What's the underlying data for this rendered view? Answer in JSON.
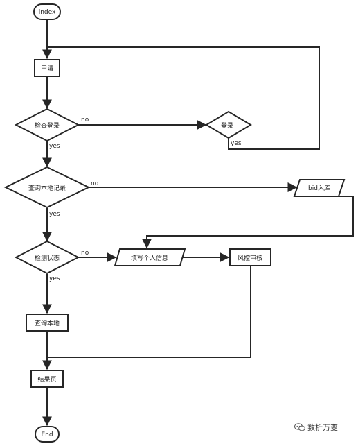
{
  "nodes": {
    "index": "index",
    "apply": "申请",
    "check_login": "检查登录",
    "login": "登录",
    "query_local_record": "查询本地记录",
    "bid_store": "bid入库",
    "check_status": "检测状态",
    "fill_info": "填写个人信息",
    "risk_review": "风控审核",
    "query_local": "查询本地",
    "result_page": "结果页",
    "end": "End"
  },
  "edges": {
    "check_login_no": "no",
    "check_login_yes": "yes",
    "login_yes": "yes",
    "query_no": "no",
    "query_yes": "yes",
    "status_no": "no",
    "status_yes": "yes"
  },
  "watermark": {
    "text": "数析万变",
    "icon": "wechat-bubble-icon"
  },
  "colors": {
    "stroke": "#262626",
    "fill": "#ffffff",
    "text": "#222222"
  }
}
